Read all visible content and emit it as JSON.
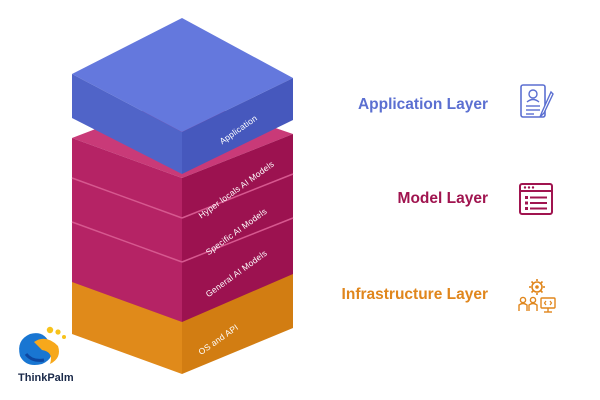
{
  "stack": {
    "application_face": "Application",
    "model_faces": [
      "Hyper locals AI Models",
      "Specific AI Models",
      "General AI Models"
    ],
    "infrastructure_face": "OS and API"
  },
  "layers": {
    "application": {
      "title": "Application Layer",
      "color": "#5b6fd1",
      "icon": "resume-document-icon"
    },
    "model": {
      "title": "Model Layer",
      "color": "#a0144f",
      "icon": "browser-list-icon"
    },
    "infrastructure": {
      "title": "Infrastructure Layer",
      "color": "#e0861c",
      "icon": "team-gear-icon"
    }
  },
  "colors": {
    "app_top": "#6478dd",
    "app_left": "#5064c8",
    "app_right": "#4658bd",
    "model_top": "#c93a78",
    "model_left": "#b52365",
    "model_right": "#9c1250",
    "infra_top": "#f0a531",
    "infra_left": "#e08a1a",
    "infra_right": "#d27d12"
  },
  "brand": {
    "name": "ThinkPalm"
  }
}
